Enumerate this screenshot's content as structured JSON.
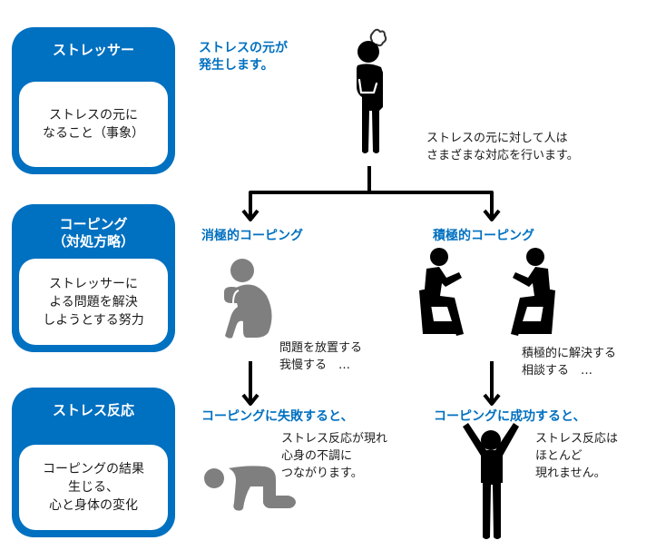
{
  "left_boxes": [
    {
      "title": "ストレッサー",
      "body_lines": [
        "ストレスの元に",
        "なること（事象）"
      ]
    },
    {
      "title_lines": [
        "コーピング",
        "（対処方略）"
      ],
      "body_lines": [
        "ストレッサーに",
        "よる問題を解決",
        "しようとする努力"
      ]
    },
    {
      "title": "ストレス反応",
      "body_lines": [
        "コーピングの結果",
        "生じる、",
        "心と身体の変化"
      ]
    }
  ],
  "stressor_heading": [
    "ストレスの元が",
    "発生します。"
  ],
  "response_note": [
    "ストレスの元に対して人は",
    "さまざまな対応を行います。"
  ],
  "passive": {
    "heading": "消極的コーピング",
    "examples": [
      "問題を放置する",
      "我慢する　…"
    ],
    "result_heading": "コーピングに失敗すると、",
    "result_text": [
      "ストレス反応が現れ",
      "心身の不調に",
      "つながります。"
    ]
  },
  "active": {
    "heading": "積極的コーピング",
    "examples": [
      "積極的に解決する",
      "相談する　…"
    ],
    "result_heading": "コーピングに成功すると、",
    "result_text": [
      "ストレス反応は",
      "ほとんど",
      "現れません。"
    ]
  },
  "colors": {
    "accent_blue": "#0070c0",
    "figure_black": "#000000",
    "figure_gray": "#7f7f7f"
  },
  "icons": [
    "worried-person-icon",
    "hugging-knees-person-icon",
    "two-people-talking-icon",
    "collapsed-person-icon",
    "cheering-person-icon"
  ]
}
